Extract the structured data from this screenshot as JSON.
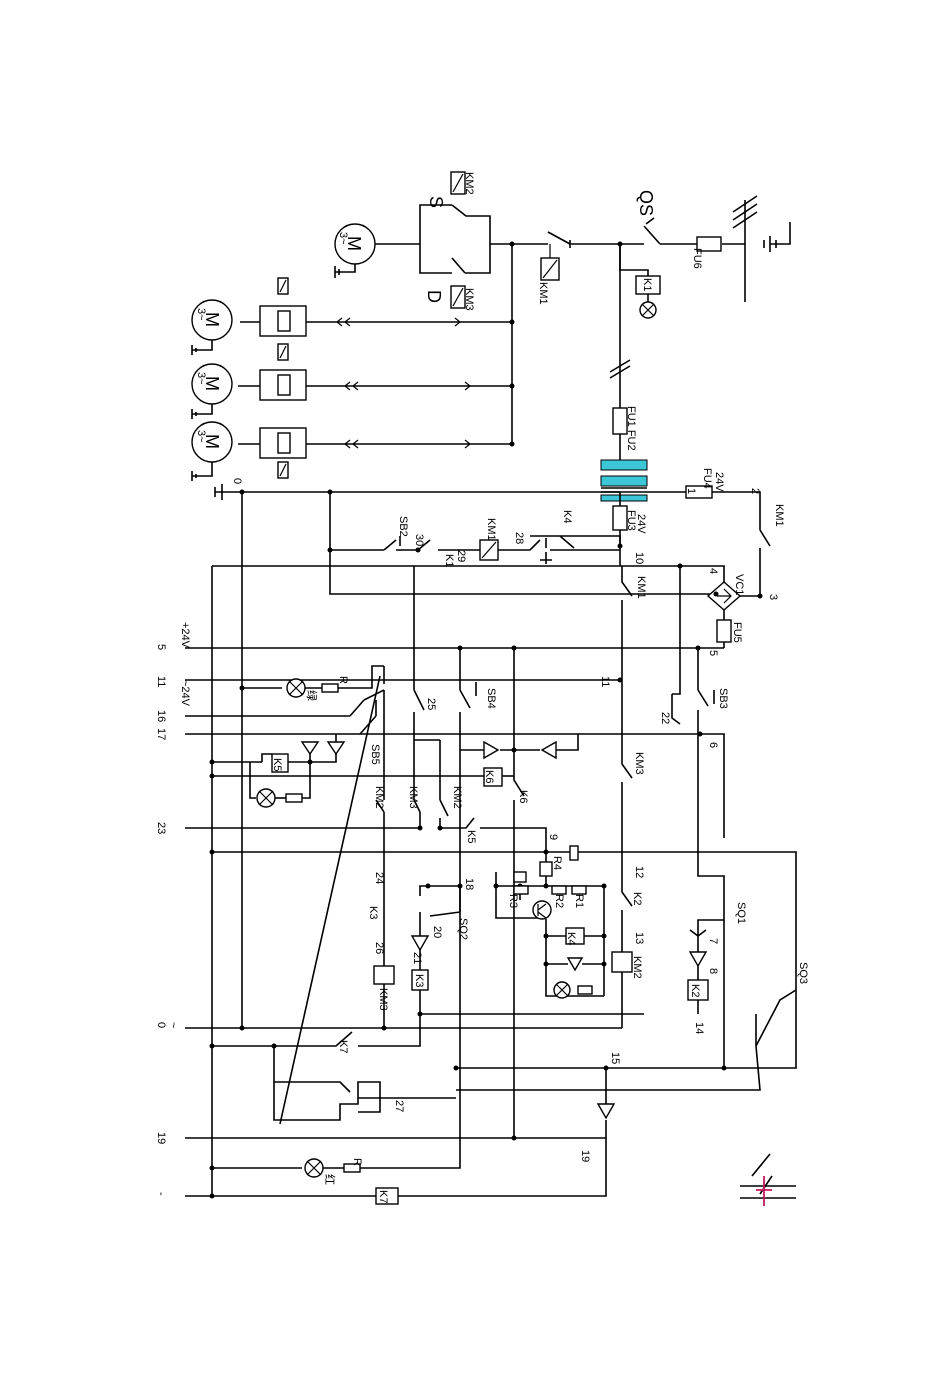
{
  "diagram": {
    "labels": {
      "S": "S",
      "D": "D",
      "KM2": "KM2",
      "KM3": "KM3",
      "KM1": "KM1",
      "QS": "QS",
      "K1": "K1",
      "FU6": "FU6",
      "FU1FU2": "FU1 FU2",
      "FU4": "FU4",
      "FU4v": "24V",
      "FU3": "FU3",
      "FU3v": "24V",
      "FU5": "FU5",
      "VC1": "VC1",
      "SB2": "SB2",
      "SB3": "SB3",
      "SB4": "SB4",
      "SB5": "SB5",
      "SQ1": "SQ1",
      "SQ2": "SQ2",
      "SQ3": "SQ3",
      "K2": "K2",
      "K3": "K3",
      "K4": "K4",
      "K5": "K5",
      "K6": "K6",
      "K7": "K7",
      "R": "R",
      "R1": "R1",
      "R2": "R2",
      "R3": "R3",
      "R4": "R4",
      "green": "绿",
      "red": "红",
      "motor": "M",
      "motorPhase": "3~",
      "zero": "0"
    },
    "rails": {
      "r5": "5",
      "r24": "+24V",
      "r11": "11",
      "r11v": "~24V",
      "r16": "16",
      "r17": "17",
      "r23": "23",
      "r0": "0",
      "r0t": "~",
      "r19": "19",
      "rminus": "-"
    },
    "nodes": {
      "n1": "1",
      "n2": "2",
      "n3": "3",
      "n4": "4",
      "n5": "5",
      "n6": "6",
      "n7": "7",
      "n8": "8",
      "n9": "9",
      "n10": "10",
      "n11": "11",
      "n12": "12",
      "n13": "13",
      "n14": "14",
      "n15": "15",
      "n18": "18",
      "n19": "19",
      "n20": "20",
      "n21": "21",
      "n22": "22",
      "n24": "24",
      "n25": "25",
      "n26": "26",
      "n27": "27",
      "n28": "28",
      "n29": "29",
      "n30": "30"
    },
    "colors": {
      "transformer": "#3cc6d8",
      "wire": "#000000",
      "marker": "#c2185b"
    }
  }
}
